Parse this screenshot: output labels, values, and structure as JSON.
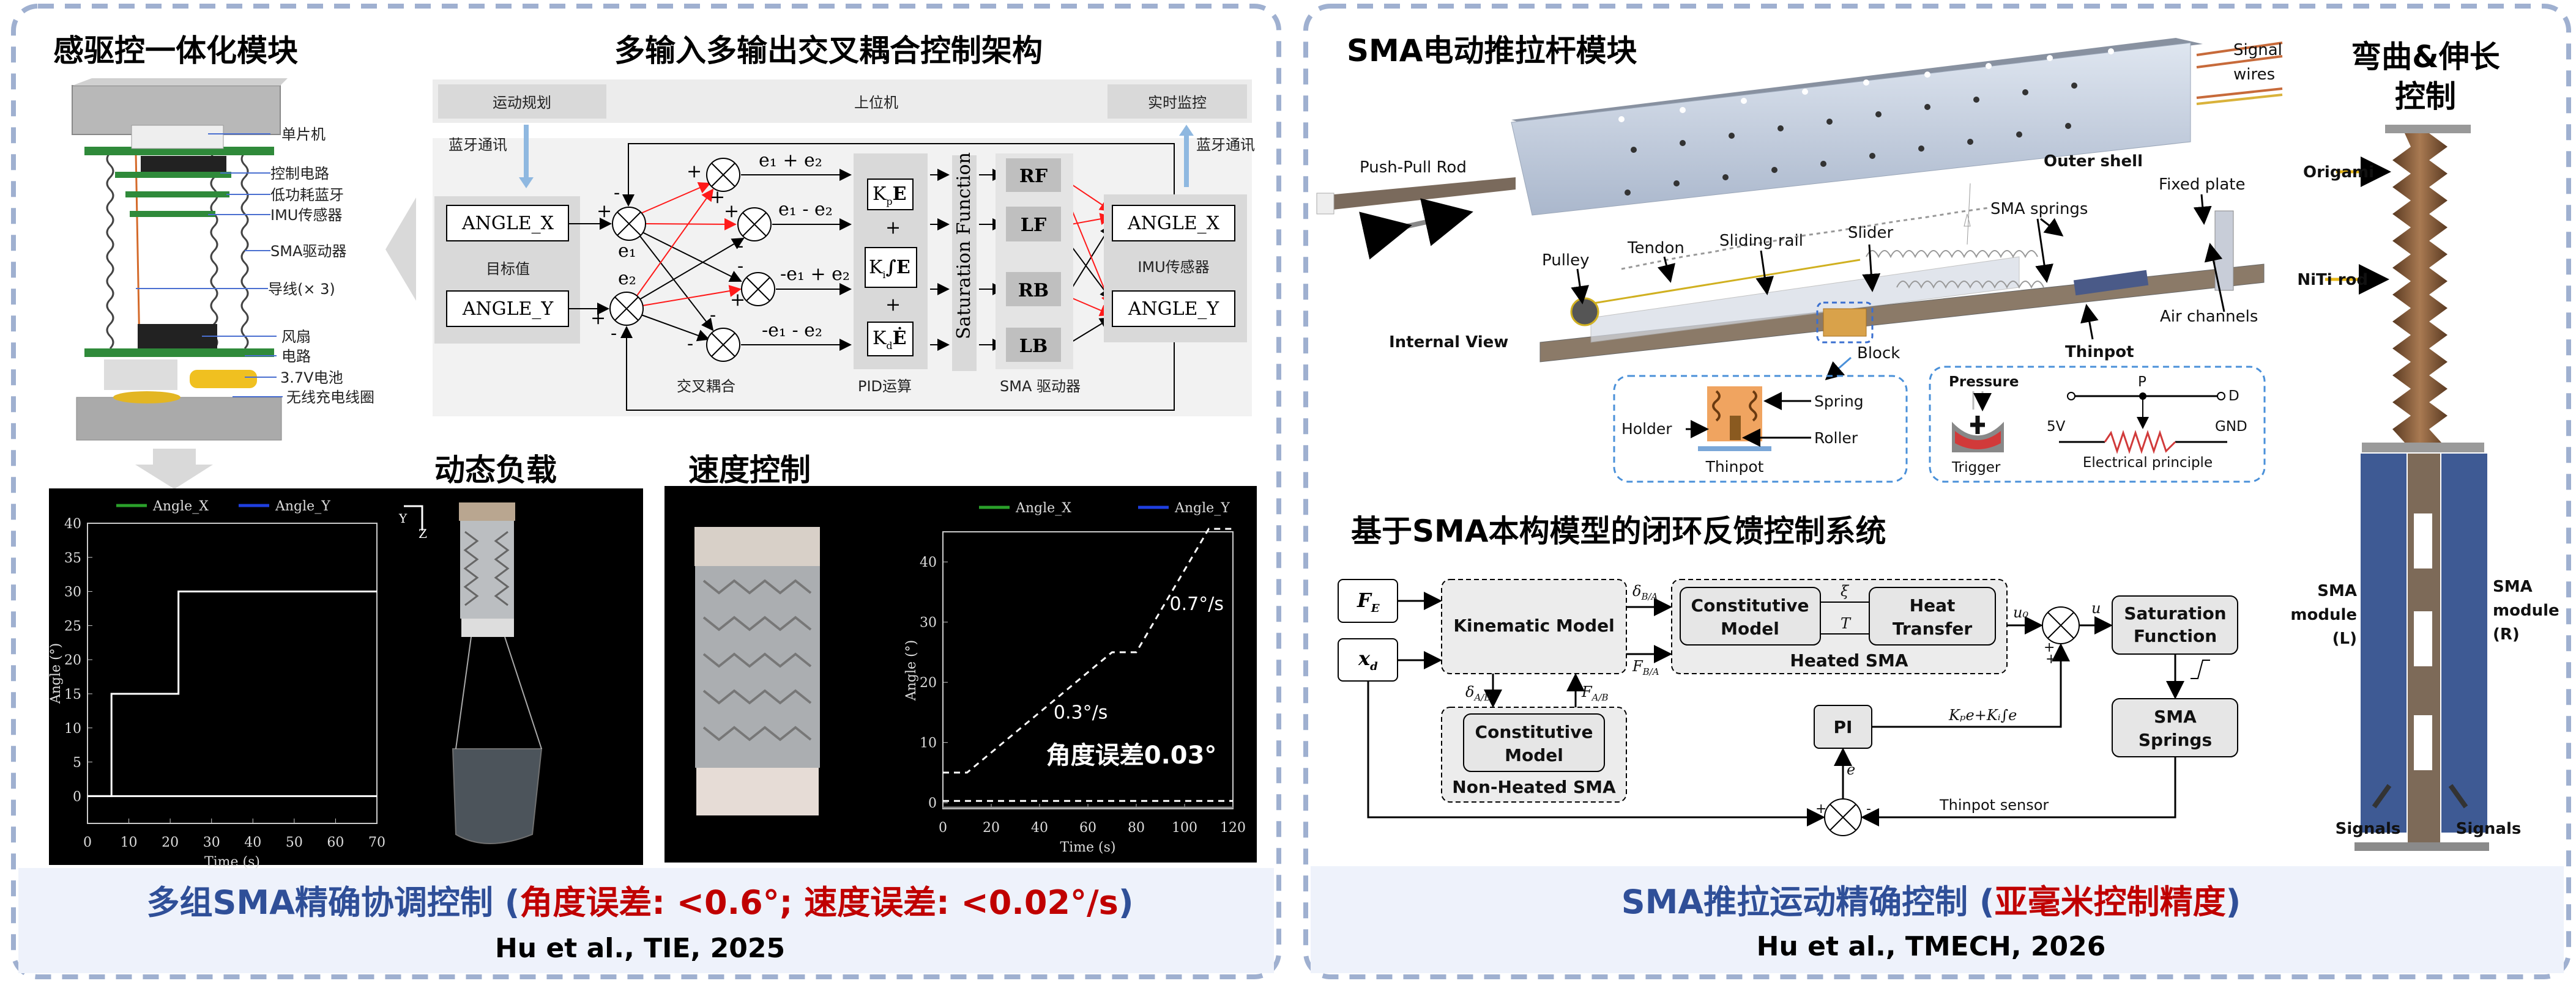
{
  "left_panel": {
    "module_title": "感驱控一体化模块",
    "module_labels": [
      "单片机",
      "控制电路",
      "低功耗蓝牙",
      "IMU传感器",
      "SMA驱动器",
      "导线(× 3)",
      "风扇",
      "电路",
      "3.7V电池",
      "无线充电线圈"
    ],
    "arch_title": "多输入多输出交叉耦合控制架构",
    "arch": {
      "motion_planning": "运动规划",
      "host": "上位机",
      "realtime_monitor": "实时监控",
      "bt_left": "蓝牙通讯",
      "bt_right": "蓝牙通讯",
      "inputs": [
        "ANGLE_X",
        "ANGLE_Y"
      ],
      "inputs_label": "目标值",
      "errors": [
        "e₁",
        "e₂"
      ],
      "coupled": [
        "e₁ + e₂",
        "e₁ - e₂",
        "-e₁ + e₂",
        "-e₁ - e₂"
      ],
      "pid": [
        {
          "sym": "K",
          "sub": "p",
          "term": "E"
        },
        {
          "sym": "K",
          "sub": "i",
          "term": "∫E"
        },
        {
          "sym": "K",
          "sub": "d",
          "term": "Ė"
        }
      ],
      "plus": "+",
      "minus": "-",
      "saturation": "Saturation Function",
      "drivers": [
        "RF",
        "LF",
        "RB",
        "LB"
      ],
      "outputs": [
        "ANGLE_X",
        "ANGLE_Y"
      ],
      "outputs_label": "IMU传感器",
      "stages": [
        "交叉耦合",
        "PID运算",
        "SMA 驱动器"
      ]
    },
    "dynamic_title": "动态负载",
    "speed_title": "速度控制",
    "axis_hint": {
      "y": "Y",
      "z": "Z"
    },
    "caption_main": "多组SMA精确协调控制 (",
    "caption_highlight": "角度误差: <0.6°; 速度误差: <0.02°/s",
    "caption_end": ")",
    "citation": "Hu et al., TIE, 2025"
  },
  "right_panel": {
    "pushrod_title": "SMA电动推拉杆模块",
    "pushrod_labels": {
      "signal": "Signal",
      "wires": "wires",
      "push_pull_rod": "Push-Pull Rod",
      "outer_shell": "Outer shell",
      "fixed_plate": "Fixed plate",
      "sma_springs": "SMA springs",
      "slider": "Slider",
      "sliding_rail": "Sliding rail",
      "tendon": "Tendon",
      "pulley": "Pulley",
      "internal_view": "Internal View",
      "block": "Block",
      "thinpot": "Thinpot",
      "air_channels": "Air channels"
    },
    "inset_block": {
      "spring": "Spring",
      "holder": "Holder",
      "roller": "Roller",
      "thinpot": "Thinpot"
    },
    "inset_thinpot": {
      "pressure": "Pressure",
      "trigger": "Trigger",
      "p": "P",
      "d": "D",
      "v5": "5V",
      "gnd": "GND",
      "electrical": "Electrical principle"
    },
    "bend_title_1": "弯曲&伸长",
    "bend_title_2": "控制",
    "bend_labels": {
      "origami": "Origami",
      "niti": "NiTi rod",
      "sma_l": [
        "SMA",
        "module",
        "(L)"
      ],
      "sma_r": [
        "SMA",
        "module",
        "(R)"
      ],
      "signals": "Signals"
    },
    "loop_title": "基于SMA本构模型的闭环反馈控制系统",
    "loop": {
      "fe": {
        "main": "F",
        "sub": "E"
      },
      "xd": {
        "main": "x",
        "sub": "d"
      },
      "kinematic": "Kinematic Model",
      "constitutive": [
        "Constitutive",
        "Model"
      ],
      "heat": [
        "Heat",
        "Transfer"
      ],
      "heated": "Heated SMA",
      "non_heated": "Non-Heated SMA",
      "saturation": [
        "Saturation",
        "Function"
      ],
      "springs": [
        "SMA",
        "Springs"
      ],
      "pi": "PI",
      "delta_ba": {
        "main": "δ",
        "sub": "B/A"
      },
      "f_ba": {
        "main": "F",
        "sub": "B/A"
      },
      "delta_ab": {
        "main": "δ",
        "sub": "A/B"
      },
      "f_ab": {
        "main": "F",
        "sub": "A/B"
      },
      "xi": "ξ",
      "T": "T",
      "u0": "u₀",
      "u": "u",
      "pi_out": "Kₚe+Kᵢ∫e",
      "e": "e",
      "sensor": "Thinpot sensor",
      "plus": "+",
      "minus": "-"
    },
    "caption_main": "SMA推拉运动精确控制 (",
    "caption_highlight": "亚毫米控制精度",
    "caption_end": ")",
    "citation": "Hu et al., TMECH, 2026"
  },
  "colors": {
    "caption_blue": "#2f4f98",
    "caption_red": "#c00000",
    "panel_border": "#9fb0d0",
    "band": "#eef2fb",
    "red_arrow": "#ff1a1a"
  },
  "chart_data": [
    {
      "type": "line",
      "xlabel": "Time (s)",
      "ylabel": "Angle (°)",
      "xlim": [
        0,
        70
      ],
      "ylim": [
        -4,
        40
      ],
      "xticks": [
        0,
        10,
        20,
        30,
        40,
        50,
        60,
        70
      ],
      "yticks": [
        0,
        5,
        10,
        15,
        20,
        25,
        30,
        35,
        40
      ],
      "legend": [
        {
          "name": "Angle_X",
          "color": "#2aa02a"
        },
        {
          "name": "Angle_Y",
          "color": "#1f3fe0"
        }
      ],
      "legend_position": "top",
      "background": "#000000",
      "series": [
        {
          "color": "#ffffff",
          "style": "solid",
          "points": [
            [
              0,
              0
            ],
            [
              5.8,
              0
            ],
            [
              5.8,
              15
            ],
            [
              22,
              15
            ],
            [
              22,
              30
            ],
            [
              70,
              30
            ]
          ]
        },
        {
          "color": "#ffffff",
          "style": "solid",
          "points": [
            [
              0,
              0
            ],
            [
              70,
              0
            ]
          ]
        }
      ]
    },
    {
      "type": "line",
      "xlabel": "Time (s)",
      "ylabel": "Angle (°)",
      "xlim": [
        0,
        120
      ],
      "ylim": [
        -1,
        45
      ],
      "xticks": [
        0,
        20,
        40,
        60,
        80,
        100,
        120
      ],
      "yticks": [
        0,
        10,
        20,
        30,
        40
      ],
      "legend": [
        {
          "name": "Angle_X",
          "color": "#2aa02a"
        },
        {
          "name": "Angle_Y",
          "color": "#1f3fe0"
        }
      ],
      "legend_position": "top-right",
      "background": "#000000",
      "series": [
        {
          "color": "#ffffff",
          "style": "dashed",
          "points": [
            [
              0,
              5
            ],
            [
              10,
              5
            ],
            [
              70,
              25
            ],
            [
              80,
              25
            ],
            [
              110,
              45.5
            ],
            [
              120,
              45.5
            ]
          ]
        },
        {
          "color": "#ffffff",
          "style": "dashed",
          "points": [
            [
              0,
              0.3
            ],
            [
              120,
              0.3
            ]
          ]
        },
        {
          "color": "#888888",
          "style": "solid",
          "points": [
            [
              0,
              -0.8
            ],
            [
              120,
              -0.8
            ]
          ]
        }
      ],
      "annotations": [
        {
          "text": "0.7°/s",
          "x": 105,
          "y": 32
        },
        {
          "text": "0.3°/s",
          "x": 57,
          "y": 14
        },
        {
          "text": "角度误差0.03°",
          "x": 78,
          "y": 6.5
        }
      ]
    }
  ]
}
